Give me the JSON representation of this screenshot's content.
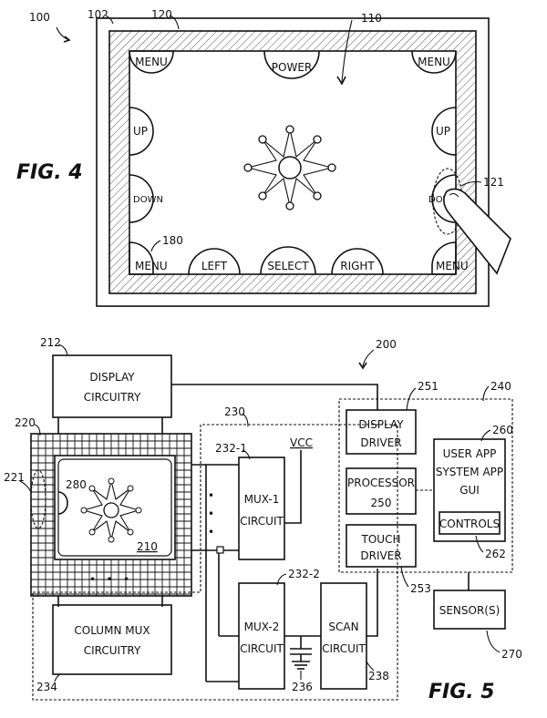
{
  "fig4": {
    "caption": "FIG. 4",
    "refs": {
      "device": "100",
      "frame": "102",
      "bezel": "120",
      "screen": "110",
      "touch": "121",
      "menu_ref": "180"
    },
    "buttons": {
      "top_left": "MENU",
      "top_center": "POWER",
      "top_right": "MENU",
      "up_left": "UP",
      "up_right": "UP",
      "down_left": "DOWN",
      "down_right": "DOWN",
      "bottom_left": "MENU",
      "left": "LEFT",
      "select": "SELECT",
      "right": "RIGHT",
      "bottom_right": "MENU"
    }
  },
  "fig5": {
    "caption": "FIG. 5",
    "refs": {
      "system": "200",
      "display_circ": "212",
      "panel": "220",
      "touch": "221",
      "icon": "280",
      "screen": "210",
      "mux_group": "230",
      "mux1": "232-1",
      "mux2": "232-2",
      "cap": "236",
      "scan": "238",
      "col_mux": "234",
      "host": "240",
      "drv": "251",
      "proc_ref": "250",
      "touch_drv": "253",
      "apps": "260",
      "controls": "262",
      "sensor": "270"
    },
    "blocks": {
      "display_circuitry": [
        "DISPLAY",
        "CIRCUITRY"
      ],
      "column_mux": [
        "COLUMN MUX",
        "CIRCUITRY"
      ],
      "mux1": [
        "MUX-1",
        "CIRCUIT"
      ],
      "mux2": [
        "MUX-2",
        "CIRCUIT"
      ],
      "scan": [
        "SCAN",
        "CIRCUIT"
      ],
      "display_driver": [
        "DISPLAY",
        "DRIVER"
      ],
      "processor": [
        "PROCESSOR",
        "250"
      ],
      "touch_driver": [
        "TOUCH",
        "DRIVER"
      ],
      "apps": [
        "USER APP",
        "SYSTEM APP",
        "GUI"
      ],
      "controls": "CONTROLS",
      "sensor": "SENSOR(S)",
      "vcc": "VCC"
    }
  }
}
